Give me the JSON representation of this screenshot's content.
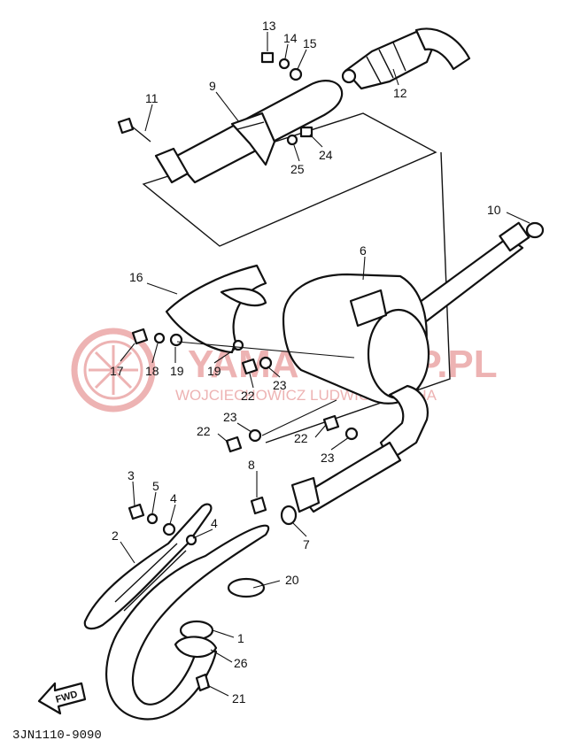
{
  "diagram": {
    "code": "3JN1110-9090",
    "fwd_label": "FWD",
    "watermark": {
      "line1": "YAMA-SKLEP.PL",
      "line2": "WOJCIECHOWICZ LUDWIG YAMAHA"
    },
    "callouts": [
      "13",
      "14",
      "15",
      "12",
      "9",
      "11",
      "25",
      "24",
      "10",
      "6",
      "16",
      "17",
      "18",
      "19",
      "19",
      "22",
      "23",
      "23",
      "22",
      "22",
      "23",
      "8",
      "7",
      "3",
      "5",
      "4",
      "4",
      "2",
      "20",
      "1",
      "26",
      "21"
    ],
    "colors": {
      "ink": "#111111",
      "watermark": "#e89a9a",
      "background": "#ffffff"
    }
  }
}
